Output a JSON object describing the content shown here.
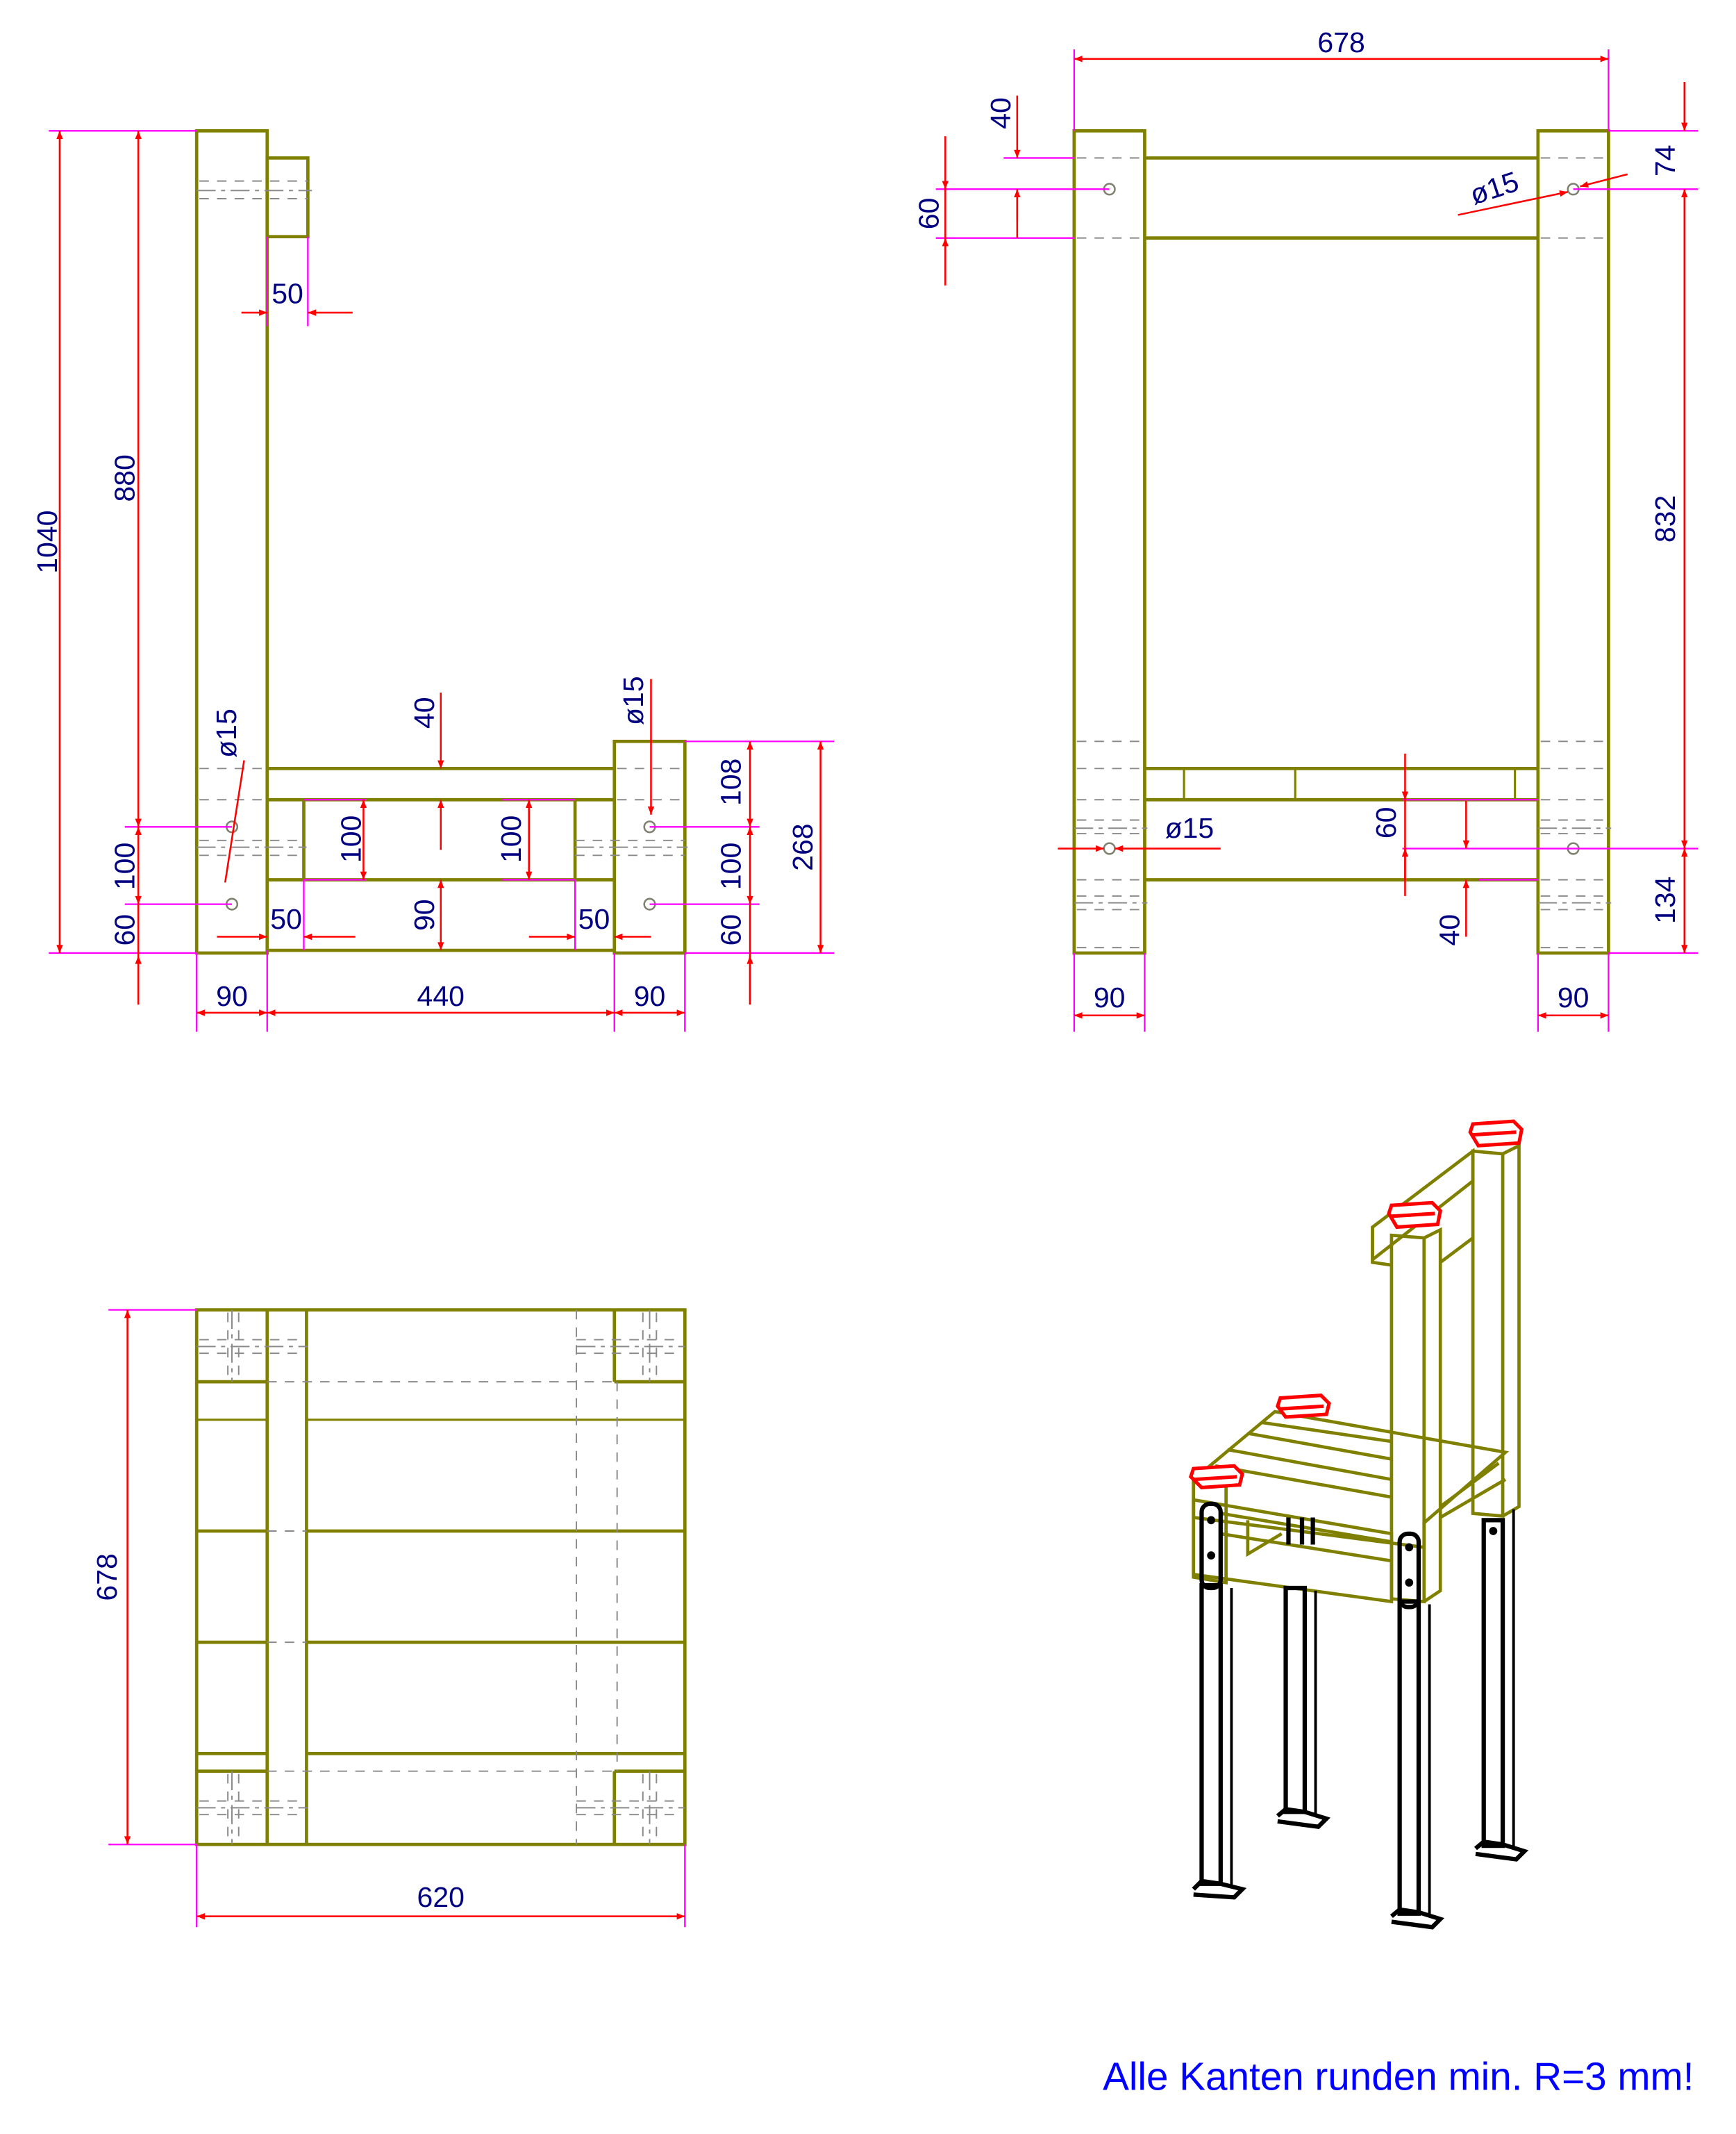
{
  "drawing": {
    "subject": "Chair with backrest and steel post anchors",
    "colors": {
      "wood_outline": "#808000",
      "hidden_lines": "#8a8a8a",
      "extension_lines": "#ff00ff",
      "dimension_lines": "#ff0000",
      "dimension_text": "#000080",
      "note_text": "#0000ff",
      "caps": "#ff0000",
      "steel": "#000000"
    }
  },
  "side_view": {
    "name": "Side view",
    "dimensions": {
      "overall_height": "1040",
      "backrest_post_height": "880",
      "backrest_rail_depth": "50",
      "hole_diameter_left": "ø15",
      "hole_diameter_right": "ø15",
      "upper_rail_height": "40",
      "bolt_spacing_left": "100",
      "bottom_to_hole_left": "60",
      "inner_block_height_left": "100",
      "inner_block_height_right": "100",
      "lower_rail_height": "90",
      "inner_offset_left": "50",
      "inner_offset_right": "50",
      "front_leg_top_to_hole": "108",
      "bolt_spacing_right": "100",
      "bottom_to_hole_right": "60",
      "front_leg_height": "268",
      "rear_leg_width": "90",
      "seat_span": "440",
      "front_leg_width": "90"
    }
  },
  "front_view": {
    "name": "Front view",
    "dimensions": {
      "overall_width": "678",
      "top_rail_offset": "40",
      "top_rail_height": "60",
      "hole_diameter_top": "ø15",
      "top_to_hole": "74",
      "hole_to_hole": "832",
      "hole_diameter_bottom": "ø15",
      "lower_rail_height": "60",
      "lower_rail_offset": "40",
      "bottom_to_hole": "134",
      "left_post_width": "90",
      "right_post_width": "90"
    }
  },
  "top_view": {
    "name": "Top view",
    "dimensions": {
      "depth": "678",
      "width": "620"
    }
  },
  "isometric_view": {
    "name": "Isometric view",
    "caps_count": 4,
    "steel_posts_count": 4
  },
  "note": {
    "text": "Alle Kanten runden min. R=3 mm!"
  }
}
